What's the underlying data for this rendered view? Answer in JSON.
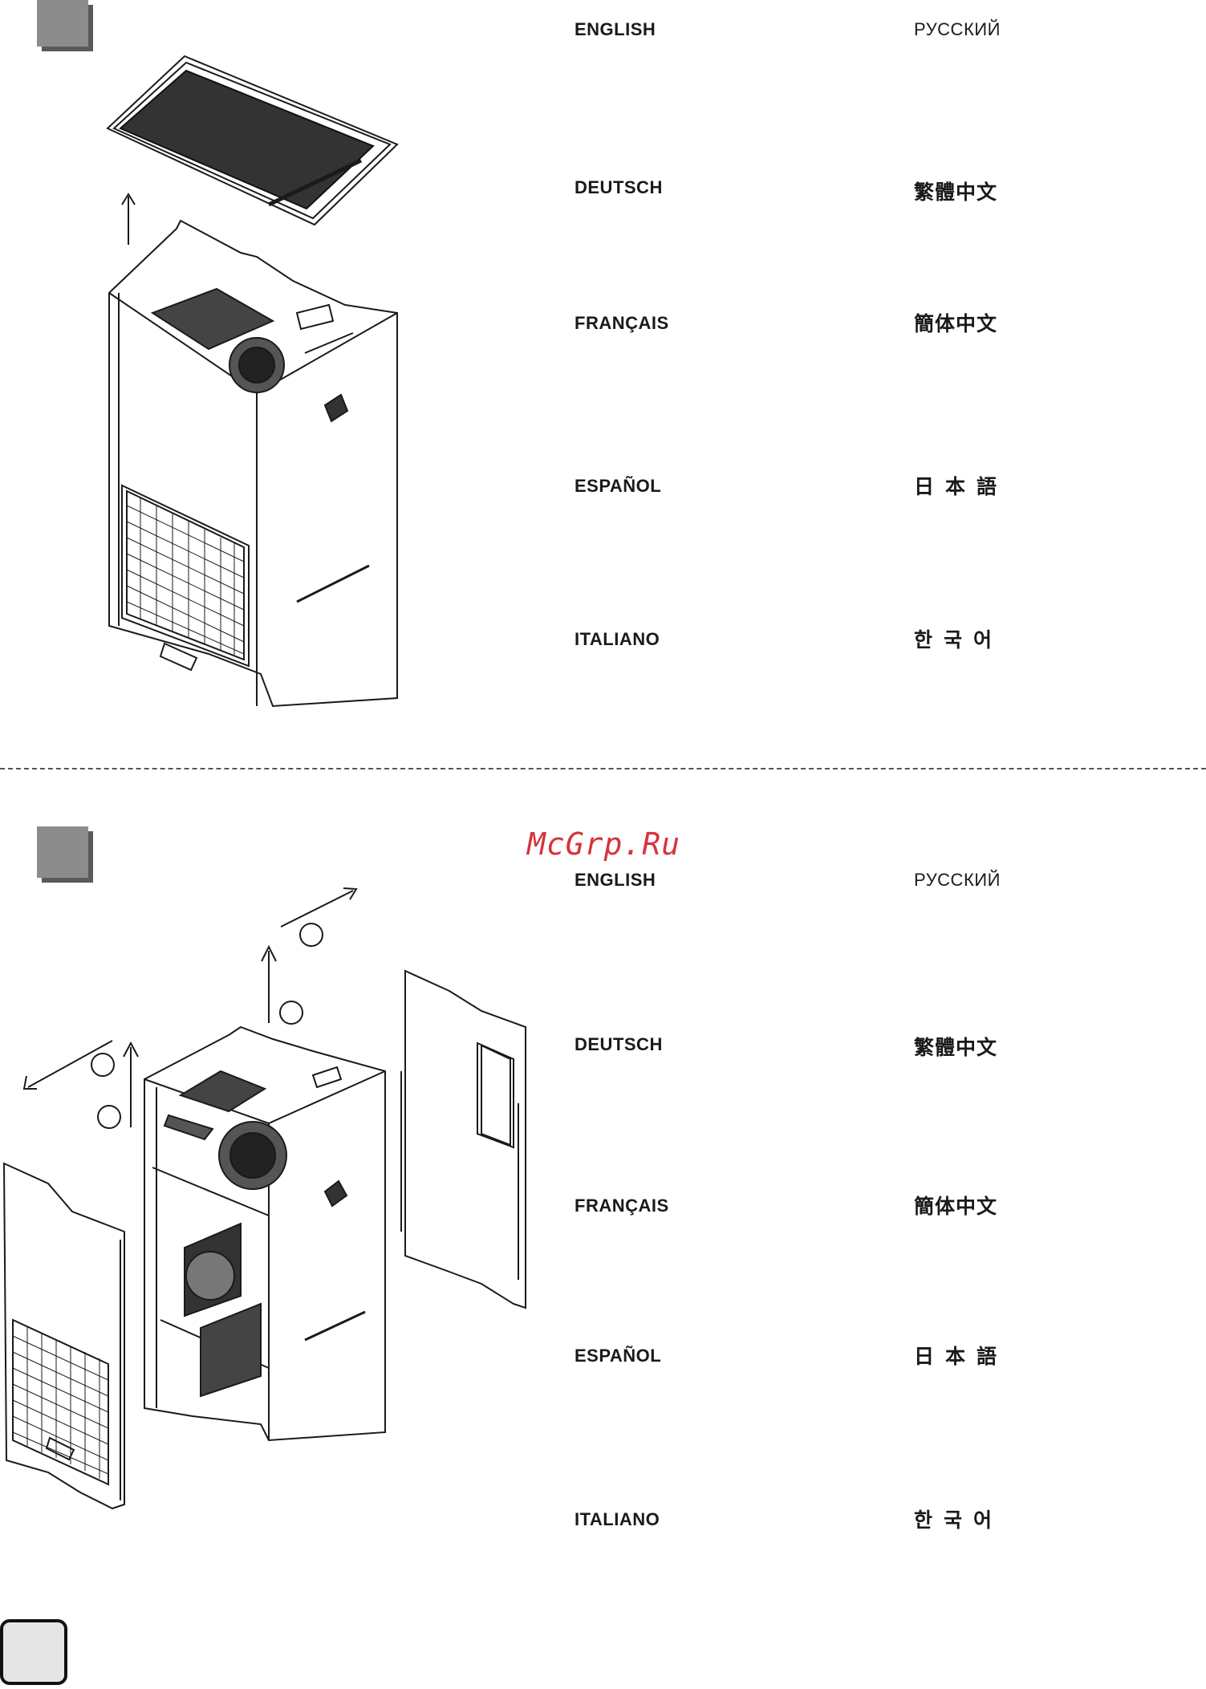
{
  "watermark": "McGrp.Ru",
  "sections": [
    {
      "languages": {
        "english": "ENGLISH",
        "russian": "РУССКИЙ",
        "german": "DEUTSCH",
        "traditional_chinese": "繁體中文",
        "french": "FRANÇAIS",
        "simplified_chinese": "簡体中文",
        "spanish": "ESPAÑOL",
        "japanese": "日本語",
        "italian": "ITALIANO",
        "korean": "한국어"
      }
    },
    {
      "languages": {
        "english": "ENGLISH",
        "russian": "РУССКИЙ",
        "german": "DEUTSCH",
        "traditional_chinese": "繁體中文",
        "french": "FRANÇAIS",
        "simplified_chinese": "簡体中文",
        "spanish": "ESPAÑOL",
        "japanese": "日本語",
        "italian": "ITALIANO",
        "korean": "한국어"
      }
    }
  ],
  "colors": {
    "step_square": "#8c8c8c",
    "watermark": "#d6333c",
    "line_art": "#1a1a1a"
  }
}
